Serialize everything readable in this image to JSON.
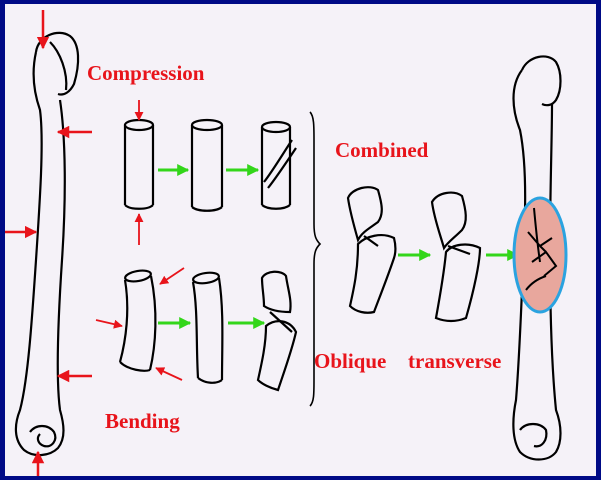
{
  "labels": {
    "compression": "Compression",
    "combined": "Combined",
    "bending": "Bending",
    "oblique": "Oblique",
    "transverse": "transverse"
  },
  "colors": {
    "frame": "#000b86",
    "background": "#f5f2f8",
    "label_text": "#e8141b",
    "force_arrow": "#e8141b",
    "transition_arrow": "#33d61a",
    "outline": "#000000",
    "fracture_highlight_fill": "#e8a79d",
    "fracture_highlight_ring": "#2aa3e0"
  },
  "icons": {
    "force": "red-arrow-icon",
    "transition": "green-arrow-icon"
  }
}
